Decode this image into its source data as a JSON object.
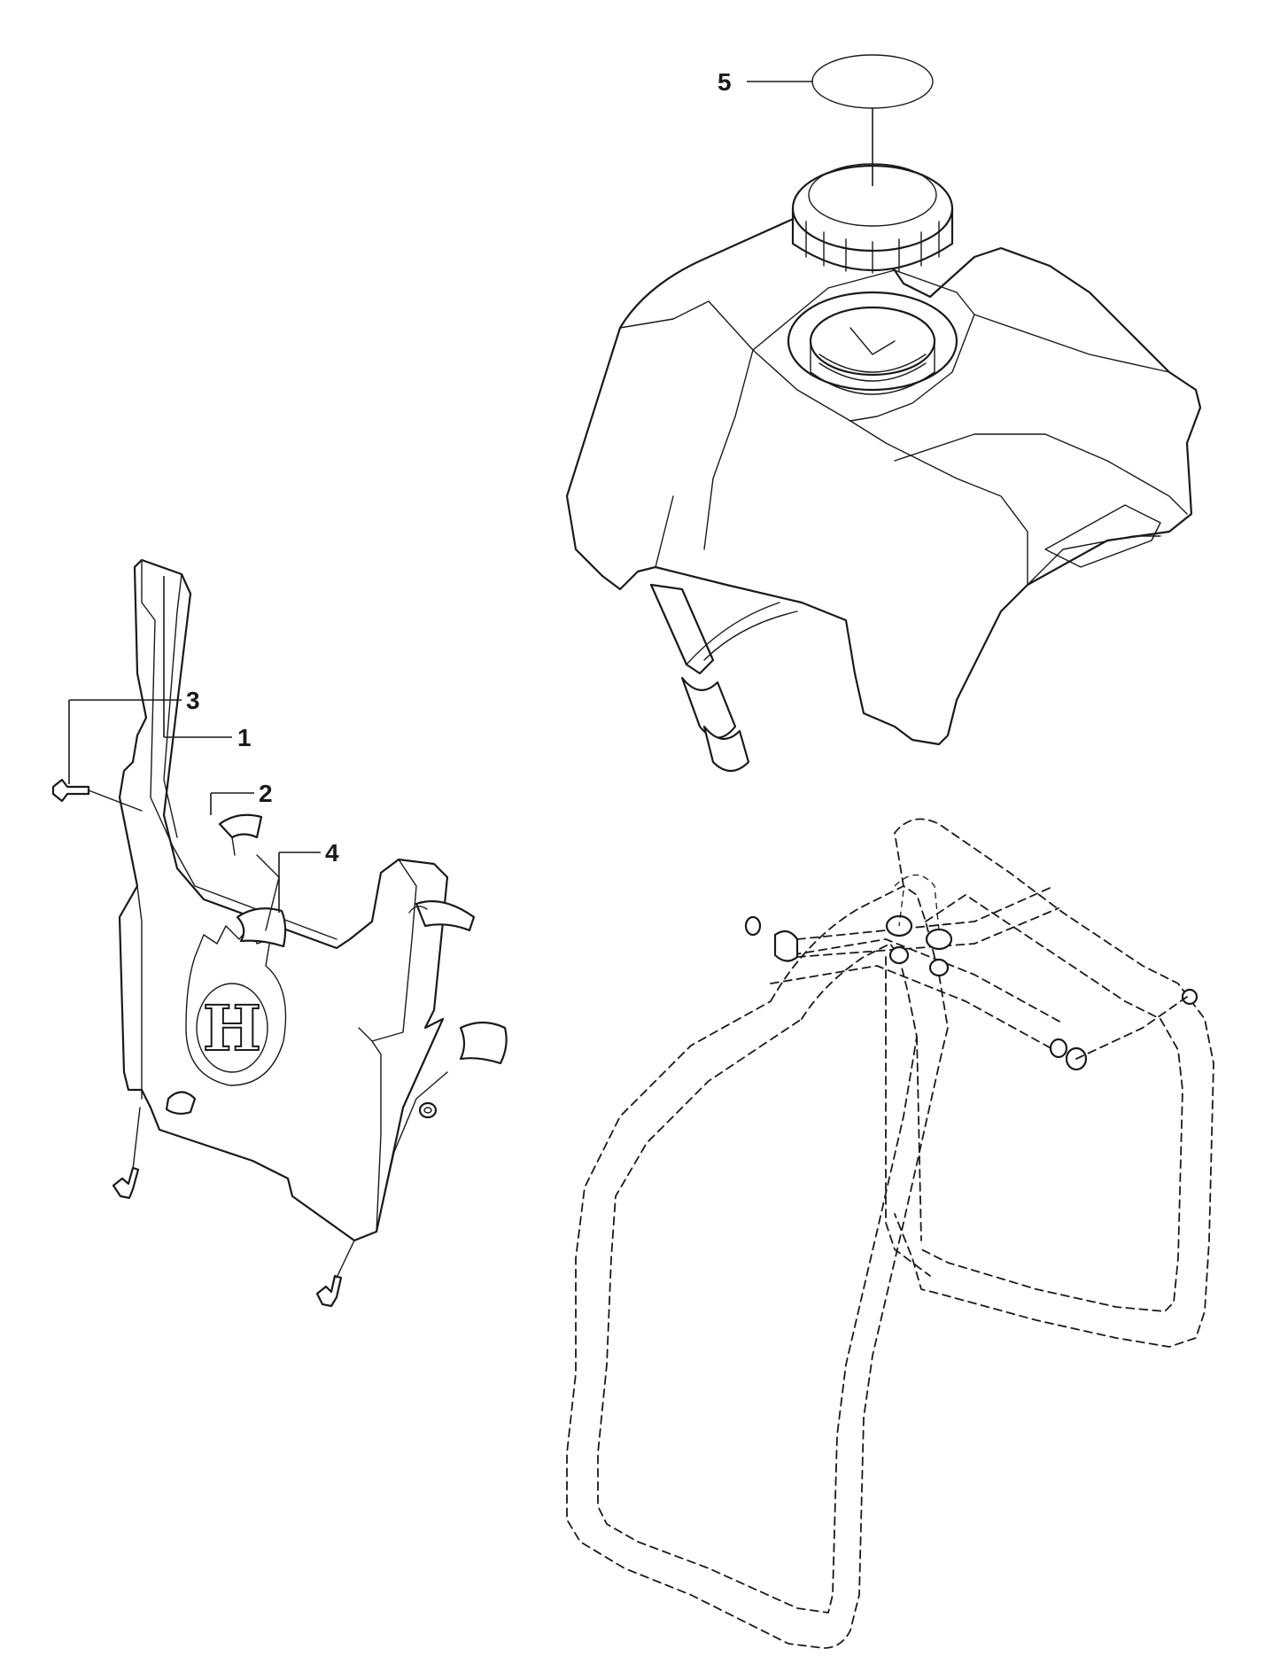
{
  "callouts": [
    {
      "number": "1"
    },
    {
      "number": "2"
    },
    {
      "number": "3"
    },
    {
      "number": "4"
    },
    {
      "number": "5"
    }
  ],
  "brand_logo": {
    "letter": "H"
  },
  "colors": {
    "ink": "#1a1a1a",
    "paper": "#ffffff"
  }
}
